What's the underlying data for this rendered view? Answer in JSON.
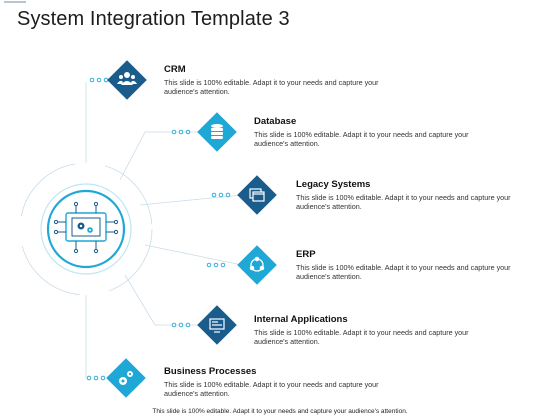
{
  "title": "System Integration Template 3",
  "items": [
    {
      "title": "CRM",
      "desc": "This slide is 100% editable. Adapt it to your needs and capture your audience's attention.",
      "icon": "users-icon",
      "color": "#1a5c8c"
    },
    {
      "title": "Database",
      "desc": "This slide is 100% editable. Adapt it to your needs and capture your audience's attention.",
      "icon": "database-icon",
      "color": "#1fa7d6"
    },
    {
      "title": "Legacy Systems",
      "desc": "This slide is 100% editable. Adapt it to your needs and capture your audience's attention.",
      "icon": "windows-icon",
      "color": "#1a5c8c"
    },
    {
      "title": "ERP",
      "desc": "This slide is 100% editable. Adapt it to your needs and capture your audience's attention.",
      "icon": "cycle-icon",
      "color": "#1fa7d6"
    },
    {
      "title": "Internal Applications",
      "desc": "This slide is 100% editable. Adapt it to your needs and capture your audience's attention.",
      "icon": "app-window-icon",
      "color": "#1a5c8c"
    },
    {
      "title": "Business Processes",
      "desc": "This slide is 100% editable. Adapt it to your needs and capture your audience's attention.",
      "icon": "gears-icon",
      "color": "#1fa7d6"
    }
  ],
  "center_icon": "circuit-board-icon",
  "footer": "This slide is 100% editable. Adapt it to your needs and capture your audience's attention."
}
